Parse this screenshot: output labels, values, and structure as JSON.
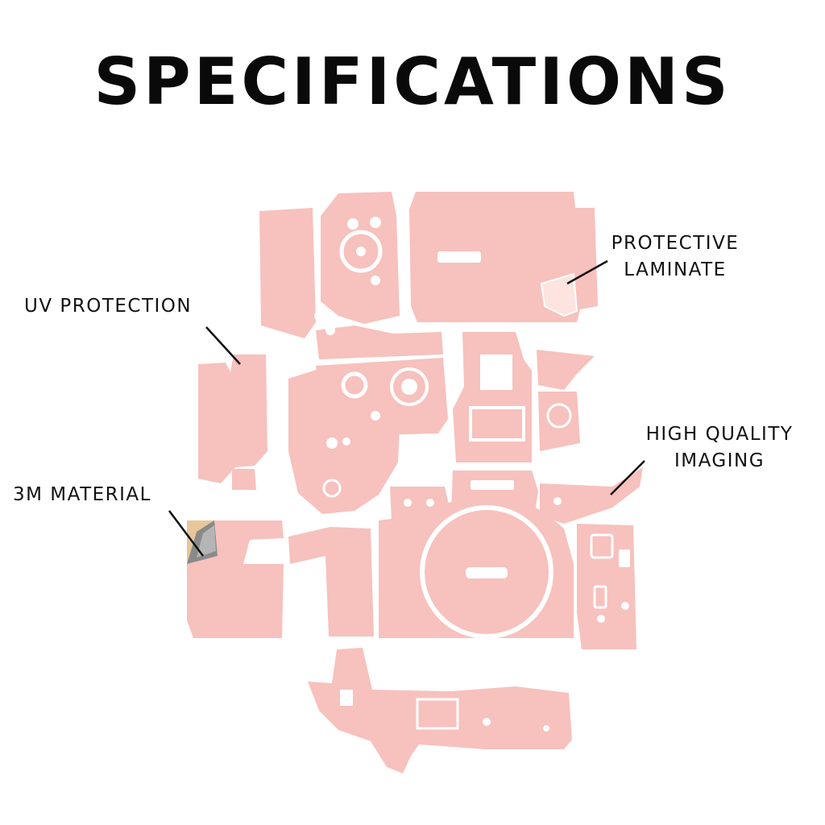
{
  "title": "SPECIFICATIONS",
  "callouts": {
    "laminate": {
      "line1": "PROTECTIVE",
      "line2": "LAMINATE"
    },
    "uv": {
      "line1": "UV PROTECTION"
    },
    "imaging": {
      "line1": "HIGH QUALITY",
      "line2": "IMAGING"
    },
    "material": {
      "line1": "3M MATERIAL"
    }
  },
  "colors": {
    "skin": "#f7c1bd",
    "cutout": "#ffffff",
    "text": "#111111",
    "backing": "#e7c79a",
    "foil": "#7d7d7d"
  }
}
